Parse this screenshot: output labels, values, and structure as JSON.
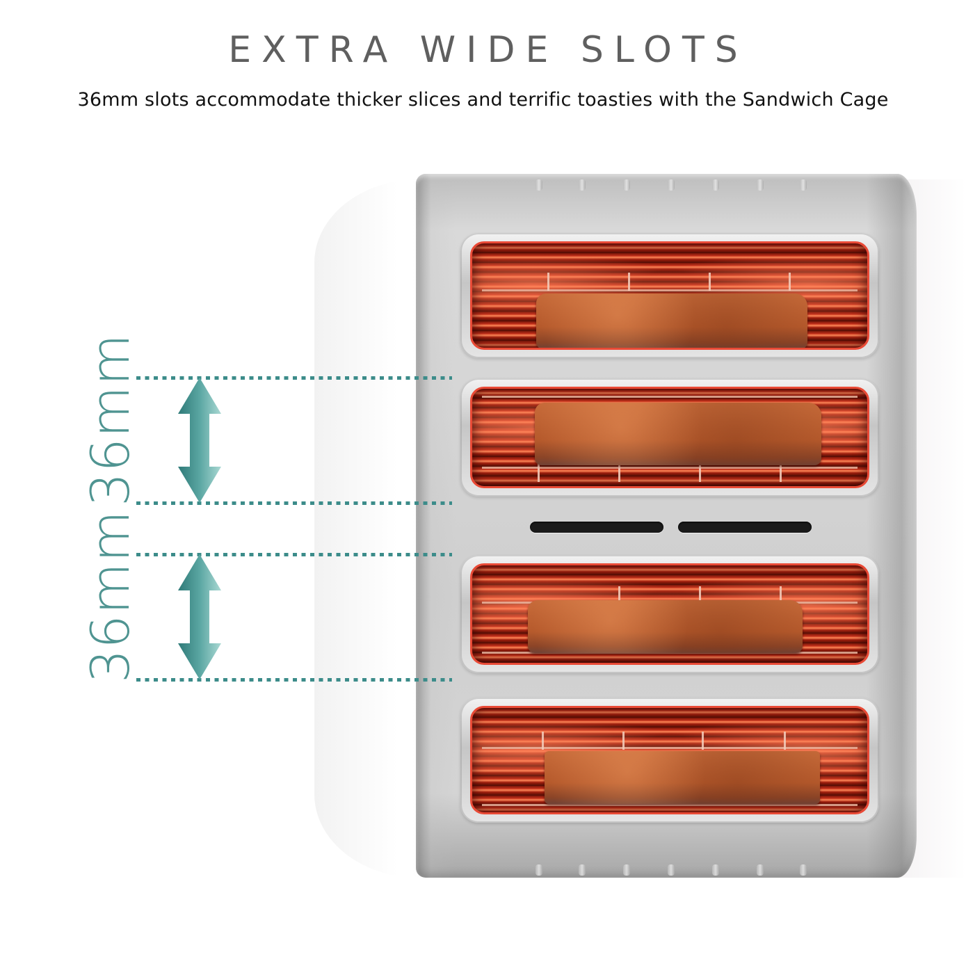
{
  "header": {
    "title": "EXTRA WIDE SLOTS",
    "subtitle_num": "36",
    "subtitle_rest": "mm slots accommodate thicker slices and terrific toasties with the Sandwich Cage"
  },
  "measurements": [
    {
      "label": "36mm",
      "icon": "double-arrow-vertical-icon",
      "color": "#4f9491"
    },
    {
      "label": "36mm",
      "icon": "double-arrow-vertical-icon",
      "color": "#4f9491"
    }
  ],
  "product": {
    "type": "four-slot toaster",
    "slot_count": 4,
    "colors": {
      "body": "#ffffff",
      "plate": "#d4d4d4",
      "heating_glow": "#e94a36",
      "accent": "#3c8c8a"
    }
  }
}
